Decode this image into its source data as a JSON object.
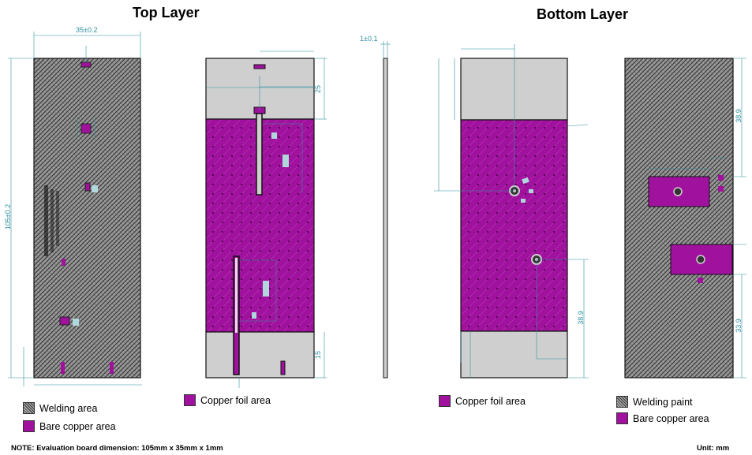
{
  "titles": {
    "top": "Top Layer",
    "bottom": "Bottom Layer"
  },
  "dimensions": {
    "width": "35±0.2",
    "height": "105±0.2",
    "thickness": "1±0.1",
    "bottom_right_upper": "38.9",
    "bottom_right_lower": "33.9",
    "bottom_mid_lower": "38.9",
    "top_mid_right": "25",
    "top_mid_bottom": "15"
  },
  "legend": {
    "top_left_1": "Welding area",
    "top_left_2": "Bare copper area",
    "top_mid": "Copper foil area",
    "bottom_mid": "Copper foil area",
    "bottom_right_1": "Welding paint",
    "bottom_right_2": "Bare copper area"
  },
  "footer": {
    "note": "NOTE: Evaluation board dimension: 105mm x 35mm x 1mm",
    "unit": "Unit: mm"
  },
  "colors": {
    "copper": "#a0129e",
    "bare_grey": "#cfcfcf",
    "hatch_dark": "#333333",
    "dimension_line": "#2f8fa0"
  }
}
